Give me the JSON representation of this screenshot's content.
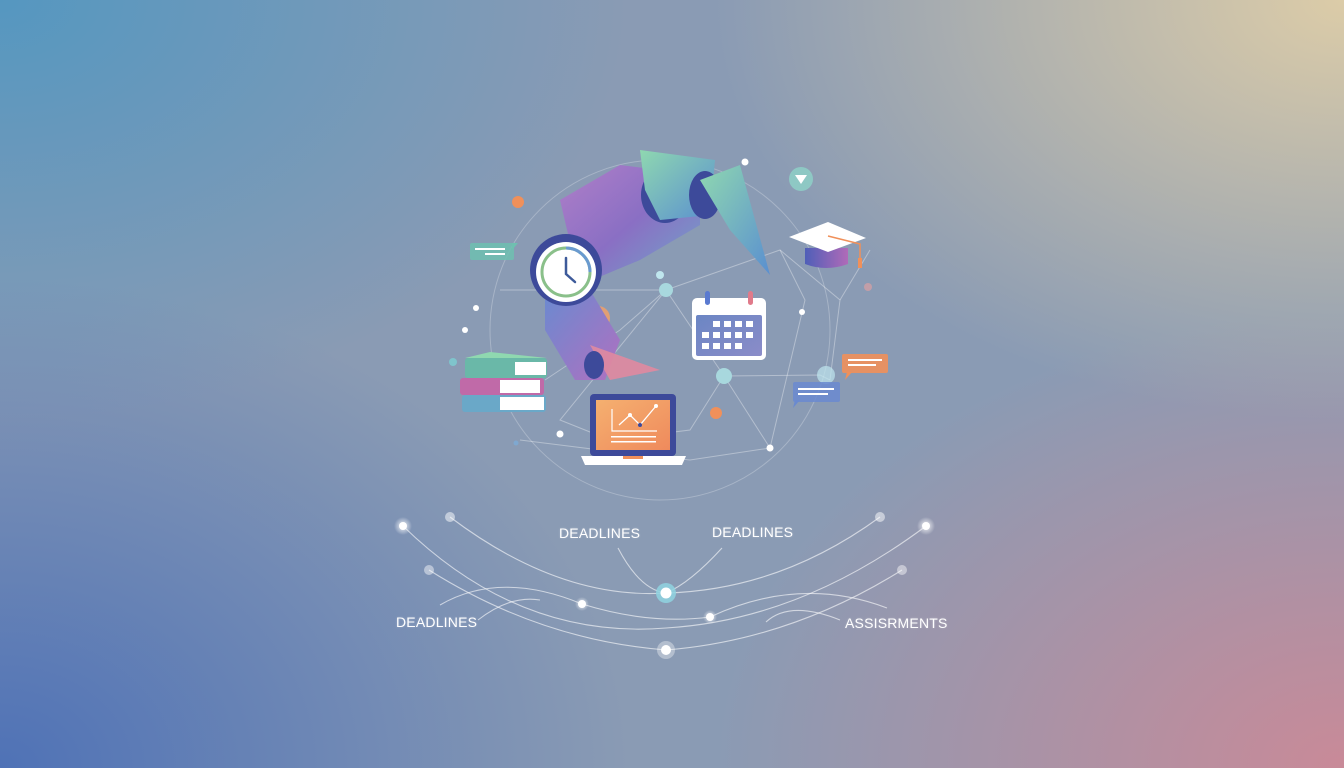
{
  "labels": {
    "top_left": "DEADLINES",
    "top_right": "DEADLINES",
    "bottom_left": "DEADLINES",
    "bottom_right": "ASSISRMENTS"
  },
  "icons": [
    "robotic-arm-icon",
    "clock-icon",
    "calendar-icon",
    "graduation-cap-icon",
    "books-stack-icon",
    "laptop-chart-icon",
    "chat-bubble-icon",
    "dropdown-badge-icon"
  ],
  "colors": {
    "bg_top_left": "#5597c0",
    "bg_top_right": "#dccca8",
    "bg_bottom_left": "#4f72b6",
    "bg_bottom_right": "#c98a98",
    "accent_orange": "#f0905a",
    "accent_teal": "#8fd3c8",
    "accent_purple": "#9b6fc0",
    "accent_navy": "#3d4a9a"
  }
}
